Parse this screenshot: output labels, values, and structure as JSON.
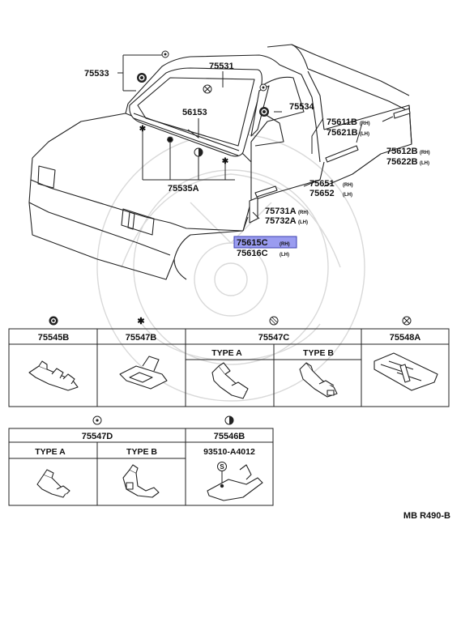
{
  "callouts": {
    "p75533": "75533",
    "p75531": "75531",
    "p56153": "56153",
    "p75534": "75534",
    "p75611B": "75611B",
    "p75611B_side": "(RH)",
    "p75621B": "75621B",
    "p75621B_side": "(LH)",
    "p75612B": "75612B",
    "p75612B_side": "(RH)",
    "p75622B": "75622B",
    "p75622B_side": "(LH)",
    "p75651": "75651",
    "p75651_side": "(RH)",
    "p75652": "75652",
    "p75652_side": "(LH)",
    "p75731A": "75731A",
    "p75731A_side": "(RH)",
    "p75732A": "75732A",
    "p75732A_side": "(LH)",
    "p75615C": "75615C",
    "p75615C_side": "(RH)",
    "p75616C": "75616C",
    "p75616C_side": "(LH)",
    "p75535A": "75535A"
  },
  "highlight_color": "#9a9cf0",
  "table1": {
    "c1": {
      "symbol": "filled-circle-icon",
      "part": "75545B"
    },
    "c2": {
      "symbol": "star-icon",
      "part": "75547B"
    },
    "c3": {
      "symbol": "hatched-circle-icon",
      "part": "75547C",
      "type_a": "TYPE A",
      "type_b": "TYPE B"
    },
    "c4": {
      "symbol": "crossed-circle-icon",
      "part": "75548A"
    }
  },
  "table2": {
    "c1": {
      "symbol": "dotted-circle-icon",
      "part": "75547D",
      "type_a": "TYPE A",
      "type_b": "TYPE B"
    },
    "c2": {
      "symbol": "half-circle-icon",
      "part": "75546B",
      "subpart": "93510-A4012",
      "screw_symbol": "S"
    }
  },
  "figure_code": "MB R490-B"
}
